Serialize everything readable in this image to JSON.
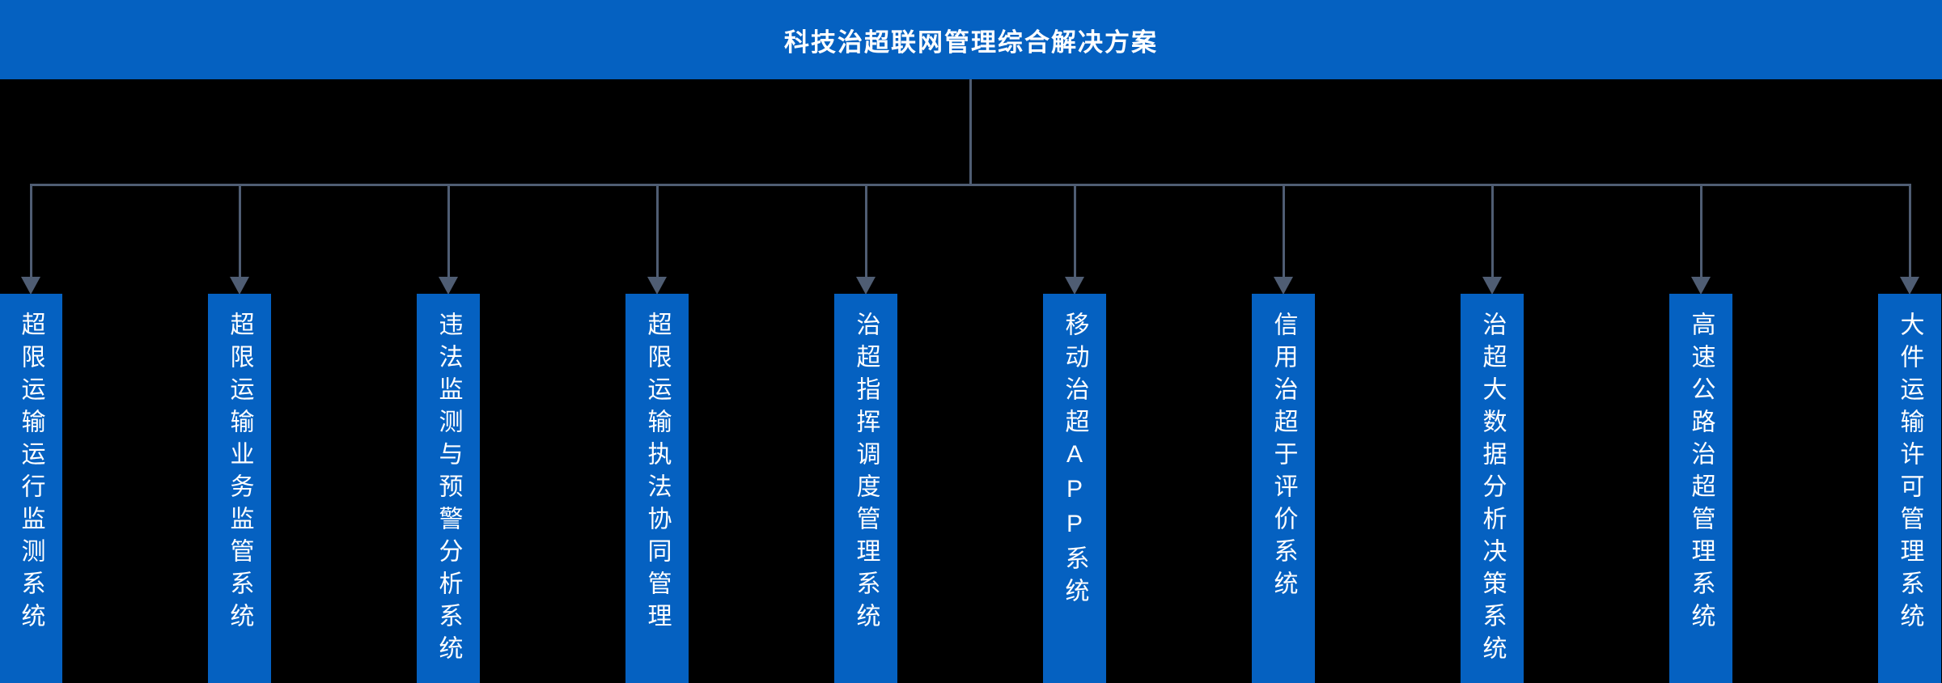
{
  "title": "科技治超联网管理综合解决方案",
  "colors": {
    "header_bg": "#0561C1",
    "box_bg": "#0561C1",
    "connector": "#4F5D73",
    "background": "#000000",
    "text": "#FFFFFF"
  },
  "systems": [
    "超限运输运行监测系统",
    "超限运输业务监管系统",
    "违法监测与预警分析系统",
    "超限运输执法协同管理",
    "治超指挥调度管理系统",
    "移动治超APP系统",
    "信用治超于评价系统",
    "治超大数据分析决策系统",
    "高速公路治超管理系统",
    "大件运输许可管理系统"
  ]
}
